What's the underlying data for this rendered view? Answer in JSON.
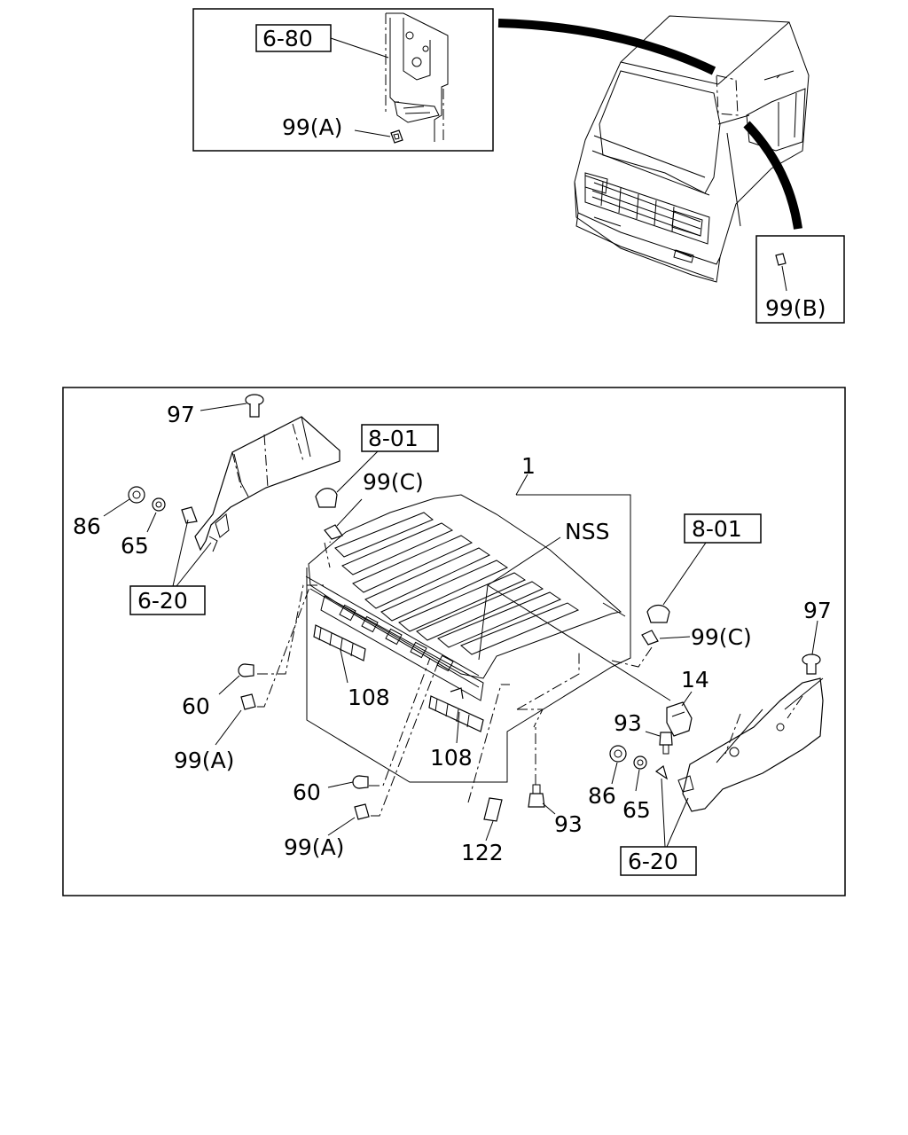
{
  "callouts": {
    "ref_6_80": "6-80",
    "ref_8_01_left": "8-01",
    "ref_8_01_right": "8-01",
    "ref_6_20_left": "6-20",
    "ref_6_20_right": "6-20"
  },
  "labels": {
    "p99a_inset": "99(A)",
    "p99b_inset": "99(B)",
    "p97_left": "97",
    "p86_left": "86",
    "p65_left": "65",
    "p99c_left": "99(C)",
    "p1": "1",
    "nss": "NSS",
    "p60_upper": "60",
    "p99a_mid": "99(A)",
    "p108_left": "108",
    "p108_right": "108",
    "p60_lower": "60",
    "p99a_lower": "99(A)",
    "p122": "122",
    "p93_bottom": "93",
    "p99c_right": "99(C)",
    "p97_right": "97",
    "p14": "14",
    "p93_right": "93",
    "p86_right": "86",
    "p65_right": "65"
  }
}
